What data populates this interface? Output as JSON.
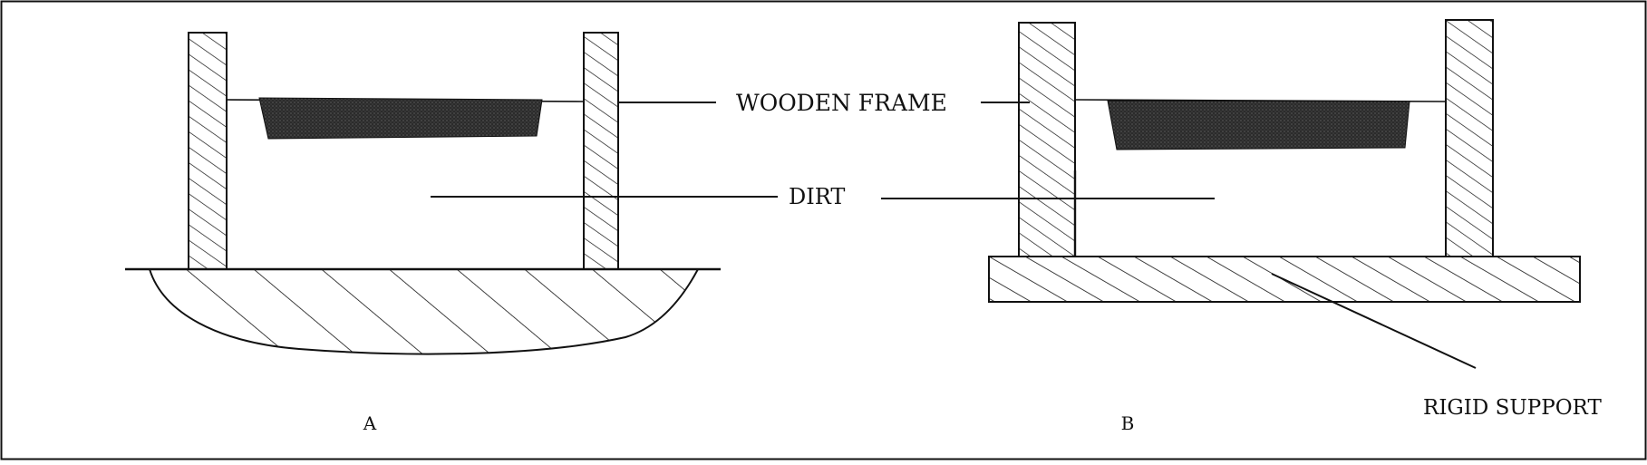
{
  "labels": {
    "wooden_frame": "WOODEN FRAME",
    "dirt": "DIRT",
    "rigid_support": "RIGID SUPPORT",
    "panel_a": "A",
    "panel_b": "B"
  },
  "colors": {
    "ink": "#111111",
    "dirt_fill": "#2b2b2b",
    "background": "#ffffff"
  }
}
